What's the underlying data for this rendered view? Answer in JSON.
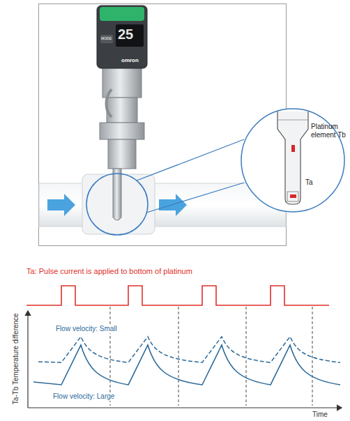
{
  "diagram": {
    "labels": [
      "25",
      "MODE",
      "omron",
      "Platinum element Tb",
      "Ta",
      "Ta: Pulse current is applied to bottom of platinum",
      "Flow velocity: Small",
      "Flow velocity: Large",
      "Ta-Tb Temperature difference",
      "Time"
    ]
  }
}
